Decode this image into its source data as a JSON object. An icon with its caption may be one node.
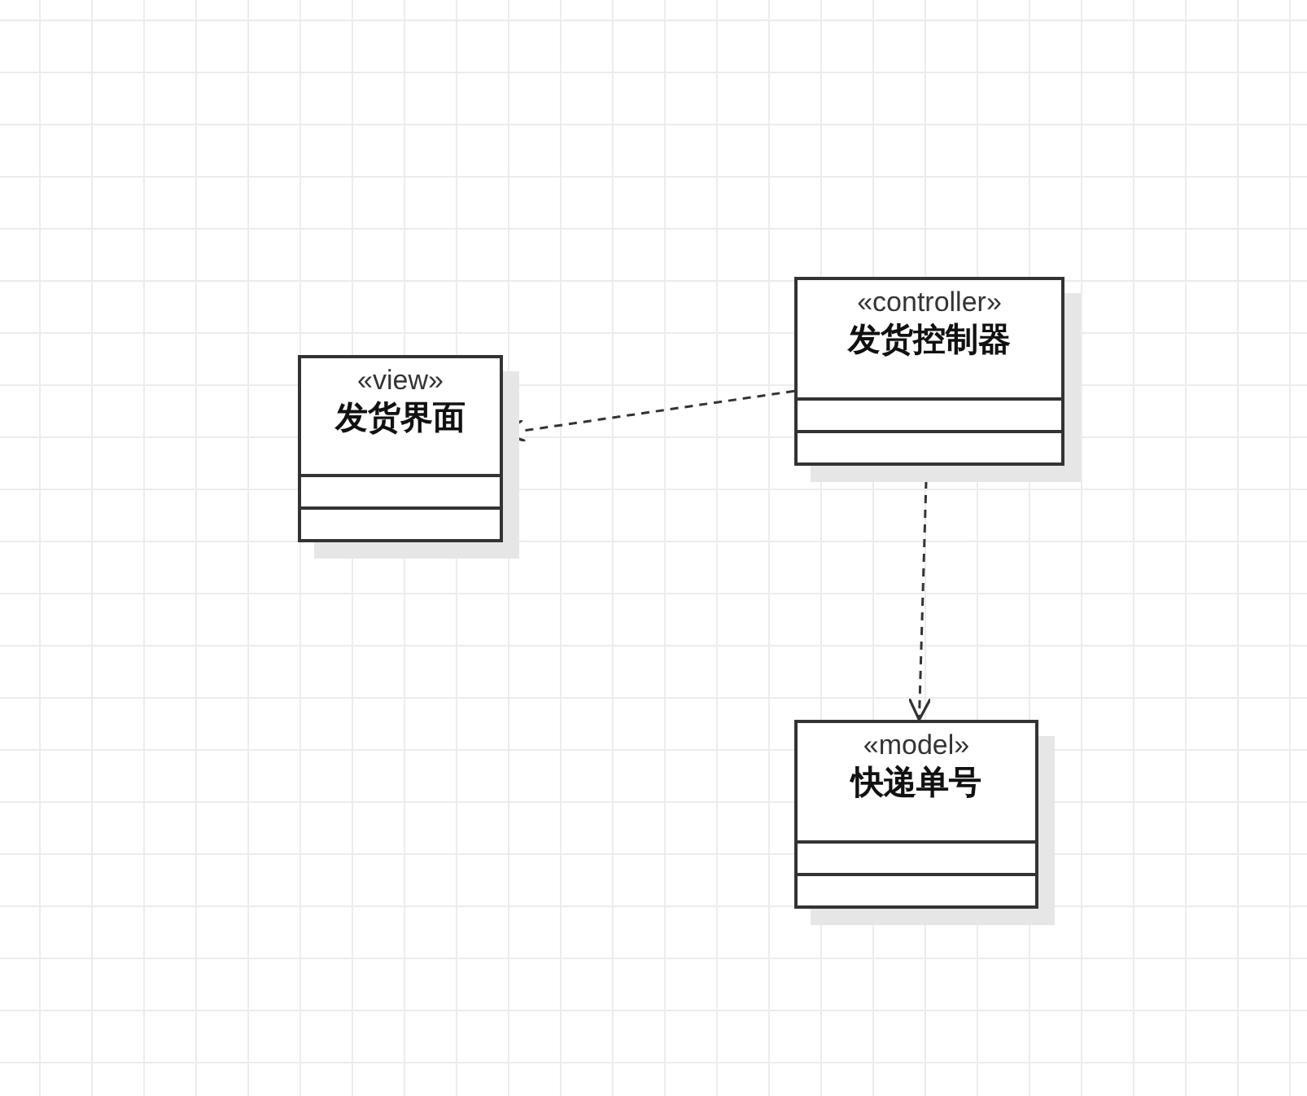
{
  "diagram": {
    "nodes": [
      {
        "text": [
          "«controller»",
          "发货控制器"
        ]
      },
      {
        "text": [
          "«view»",
          "发货界面"
        ]
      },
      {
        "text": [
          "«model»",
          "快递单号"
        ]
      }
    ],
    "edges": [
      {
        "from": 0,
        "to": 1,
        "arrow": "to",
        "style": "dashed"
      },
      {
        "from": 0,
        "to": 2,
        "arrow": "to",
        "style": "dashed"
      }
    ]
  }
}
